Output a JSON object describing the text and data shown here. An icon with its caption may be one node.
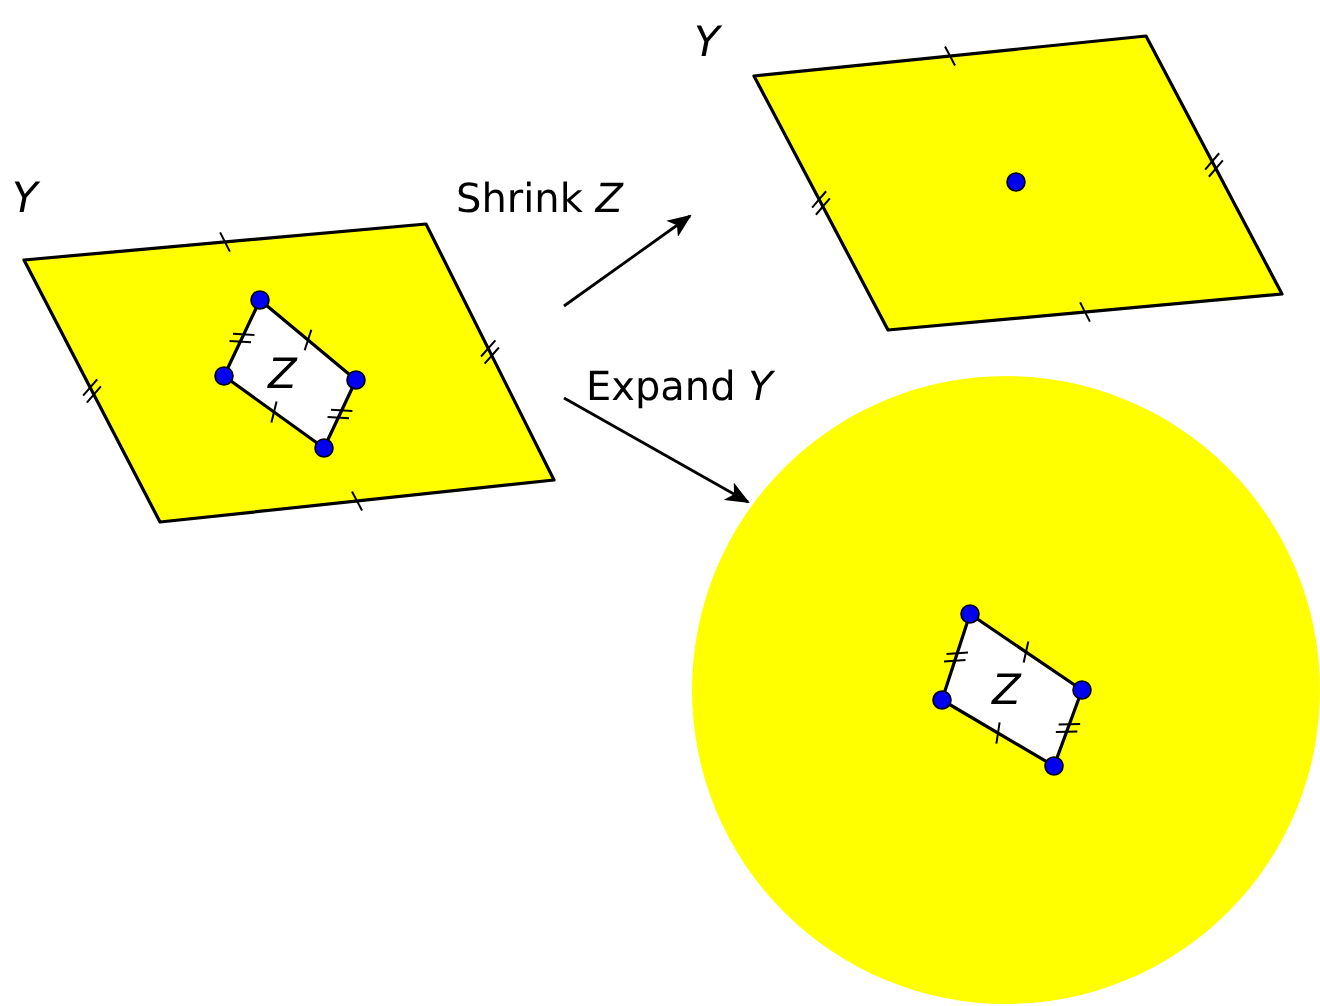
{
  "diagram": {
    "nodes": [
      {
        "text": [
          "Y"
        ]
      },
      {
        "text": [
          "Z"
        ],
        "in": 0
      },
      {
        "text": [
          "Y"
        ]
      },
      {
        "text": [],
        "shape": "circle"
      },
      {
        "text": [
          "Z"
        ],
        "in": 3
      }
    ],
    "edges": [
      {
        "from": 0,
        "to": 2,
        "arrow": "to",
        "label": "Shrink *Z*"
      },
      {
        "from": 0,
        "to": 3,
        "arrow": "to",
        "label": "Expand *Y*"
      }
    ]
  }
}
